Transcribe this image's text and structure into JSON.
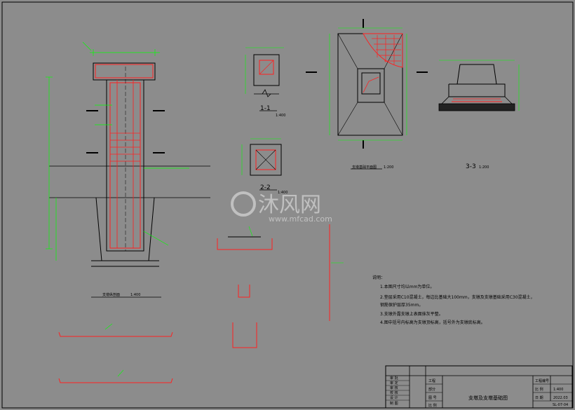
{
  "colors": {
    "background": "#8c8c8c",
    "rebar": "#ff2020",
    "dimension": "#00ff00",
    "outline": "#000000",
    "white": "#ffffff"
  },
  "section_labels": {
    "s11": "1-1",
    "s11_scale": "1:400",
    "s22": "2-2",
    "s22_scale": "1:400",
    "s33": "3-3",
    "s33_scale": "1:200",
    "elevation": "支墩纵剖面",
    "elevation_scale": "1:400",
    "plan": "支墩基础平面图",
    "plan_scale": "1:200"
  },
  "notes": {
    "heading": "说明：",
    "lines": [
      "1.本图尺寸均以mm为单位。",
      "2.垫层采用C10混凝土，每边比基础大100mm，支墩及支墩基础采用C30混凝土，",
      "钢筋保护层厚35mm。",
      "3.支墩外露支墩上表面抹灰平整。",
      "4.图中括号内标高为支墩顶标高，括号外为支墩底标高。"
    ]
  },
  "title_block": {
    "left_rows": [
      "审 批",
      "审 定",
      "审 核",
      "校 核",
      "设 计",
      "制 图"
    ],
    "mid_labels": [
      "工程",
      "部分",
      "图 号",
      "比 例"
    ],
    "drawing_title": "支墩及支墩基础图",
    "right_labels": [
      "工程编号",
      "比 例",
      "日 期"
    ],
    "right_values": [
      "",
      "1:400",
      "2022.03"
    ],
    "sheet_no": "SL-07-04"
  },
  "watermark": {
    "main": "沐风网",
    "url": "www.mfcad.com"
  }
}
